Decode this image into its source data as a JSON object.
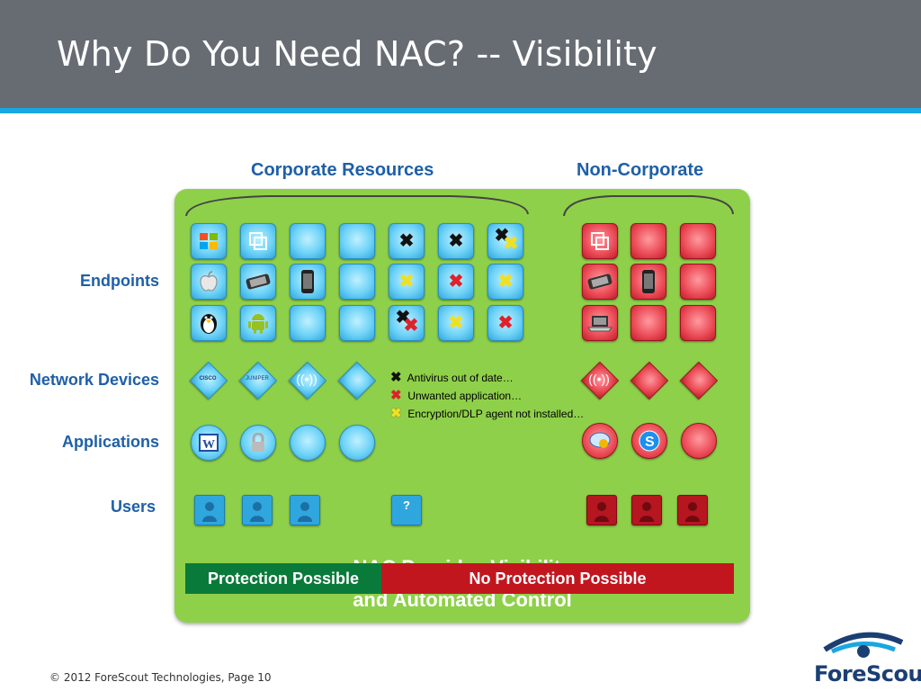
{
  "slide": {
    "title": "Why Do You Need NAC?  --  Visibility",
    "footer": "© 2012 ForeScout Technologies, Page 10"
  },
  "columns": {
    "corporate": "Corporate Resources",
    "non_corporate": "Non-Corporate"
  },
  "rows": {
    "endpoints": "Endpoints",
    "network_devices": "Network Devices",
    "applications": "Applications",
    "users": "Users"
  },
  "tile_labels": {
    "cisco": "CISCO",
    "juniper": "JUNIPER",
    "unknown_user": "?"
  },
  "legend": [
    {
      "label": "Antivirus out of date…",
      "color": "#111111"
    },
    {
      "label": "Unwanted application…",
      "color": "#e0202b"
    },
    {
      "label": "Encryption/DLP agent not installed…",
      "color": "#f0e020"
    }
  ],
  "bottom": {
    "hidden_text_line1": "NAC Provides Visibility",
    "hidden_text_line2": "and Automated Control",
    "protection_possible": "Protection Possible",
    "no_protection_possible": "No Protection Possible"
  },
  "logo": {
    "name": "ForeScout"
  },
  "colors": {
    "header": "#676c73",
    "accent": "#1aa6e0",
    "panel": "#8fd04a",
    "label_blue": "#1f5fa8",
    "protection_green": "#0a7a3a",
    "no_protection_red": "#c2161f"
  }
}
